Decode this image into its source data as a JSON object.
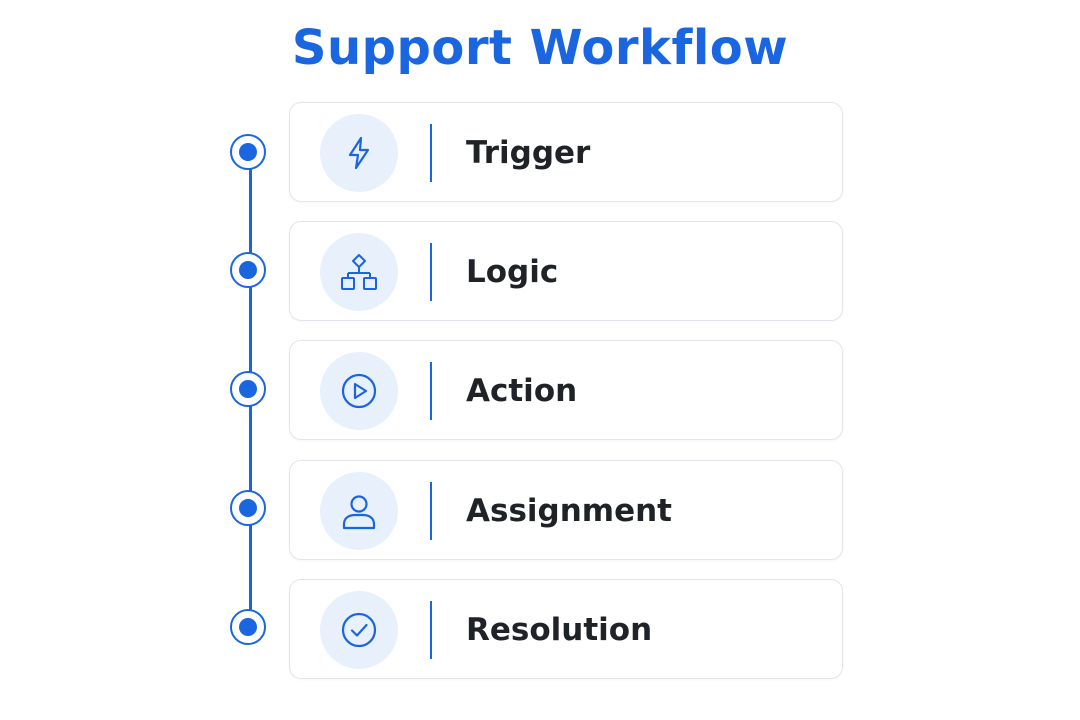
{
  "title": "Support Workflow",
  "colors": {
    "accent": "#1a66e0",
    "icon_bg": "#e8f0fc",
    "card_border": "#e2e5ea",
    "text": "#1f2226"
  },
  "steps": [
    {
      "label": "Trigger",
      "icon": "lightning-bolt-icon"
    },
    {
      "label": "Logic",
      "icon": "decision-tree-icon"
    },
    {
      "label": "Action",
      "icon": "play-circle-icon"
    },
    {
      "label": "Assignment",
      "icon": "user-icon"
    },
    {
      "label": "Resolution",
      "icon": "check-circle-icon"
    }
  ]
}
